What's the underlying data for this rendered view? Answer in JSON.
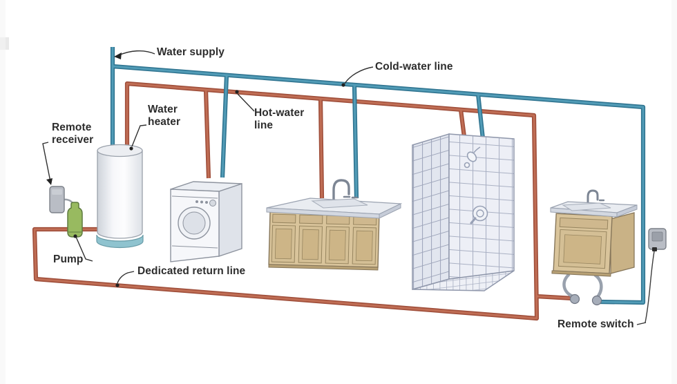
{
  "labels": {
    "water_supply": "Water supply",
    "cold_water_line": "Cold-water line",
    "hot_water_line": "Hot-water line",
    "water_heater": "Water heater",
    "remote_receiver": "Remote receiver",
    "pump": "Pump",
    "dedicated_return_line": "Dedicated return line",
    "remote_switch": "Remote switch"
  },
  "colors": {
    "cold_pipe_dark": "#2f7490",
    "cold_pipe_light": "#529cb7",
    "hot_pipe_dark": "#9f4e3a",
    "hot_pipe_light": "#c06e55",
    "leader": "#2f2f2f",
    "pump_body": "#98ba60",
    "heater_base": "#8fc3cf",
    "cabinet_wood": "#d9c49b",
    "hose": "#99a1ad"
  },
  "icons": {
    "water_heater": "water-heater-tank",
    "pump": "recirculation-pump",
    "remote_receiver": "remote-receiver-box",
    "washing_machine": "washing-machine",
    "kitchen_sink": "kitchen-sink-cabinet",
    "shower": "tiled-shower-stall",
    "bathroom_vanity": "bathroom-vanity-sink",
    "remote_switch": "remote-switch-box"
  }
}
